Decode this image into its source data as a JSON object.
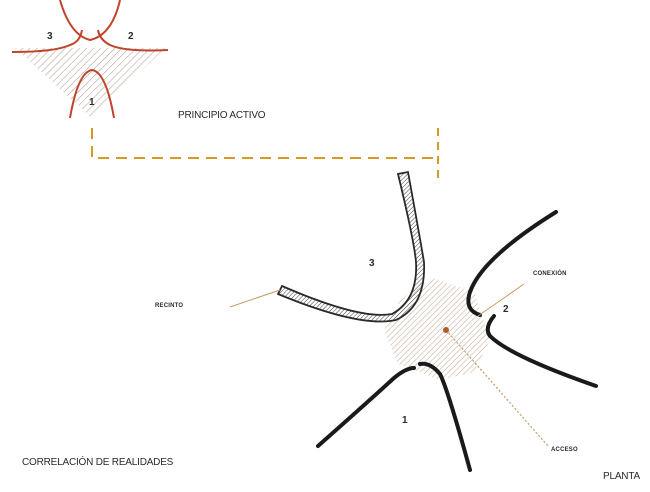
{
  "top_diagram": {
    "zone_1": "1",
    "zone_2": "2",
    "zone_3": "3",
    "caption": "PRINCIPIO ACTIVO"
  },
  "plan_diagram": {
    "zone_1": "1",
    "zone_2": "2",
    "zone_3": "3",
    "label_recinto": "RECINTO",
    "label_conexion": "CONEXIÓN",
    "label_acceso": "ACCESO"
  },
  "footer": {
    "left_caption": "CORRELACIÓN DE REALIDADES",
    "right_caption": "PLANTA"
  },
  "colors": {
    "background": "#ffffff",
    "red_outline": "#c0432a",
    "hatch": "#b5a99d",
    "dashed_line": "#d49a25",
    "walls": "#1a1a1a",
    "plan_hatch": "#c9a996",
    "leader_line": "#c79a62",
    "center_dot": "#b35a2a"
  }
}
